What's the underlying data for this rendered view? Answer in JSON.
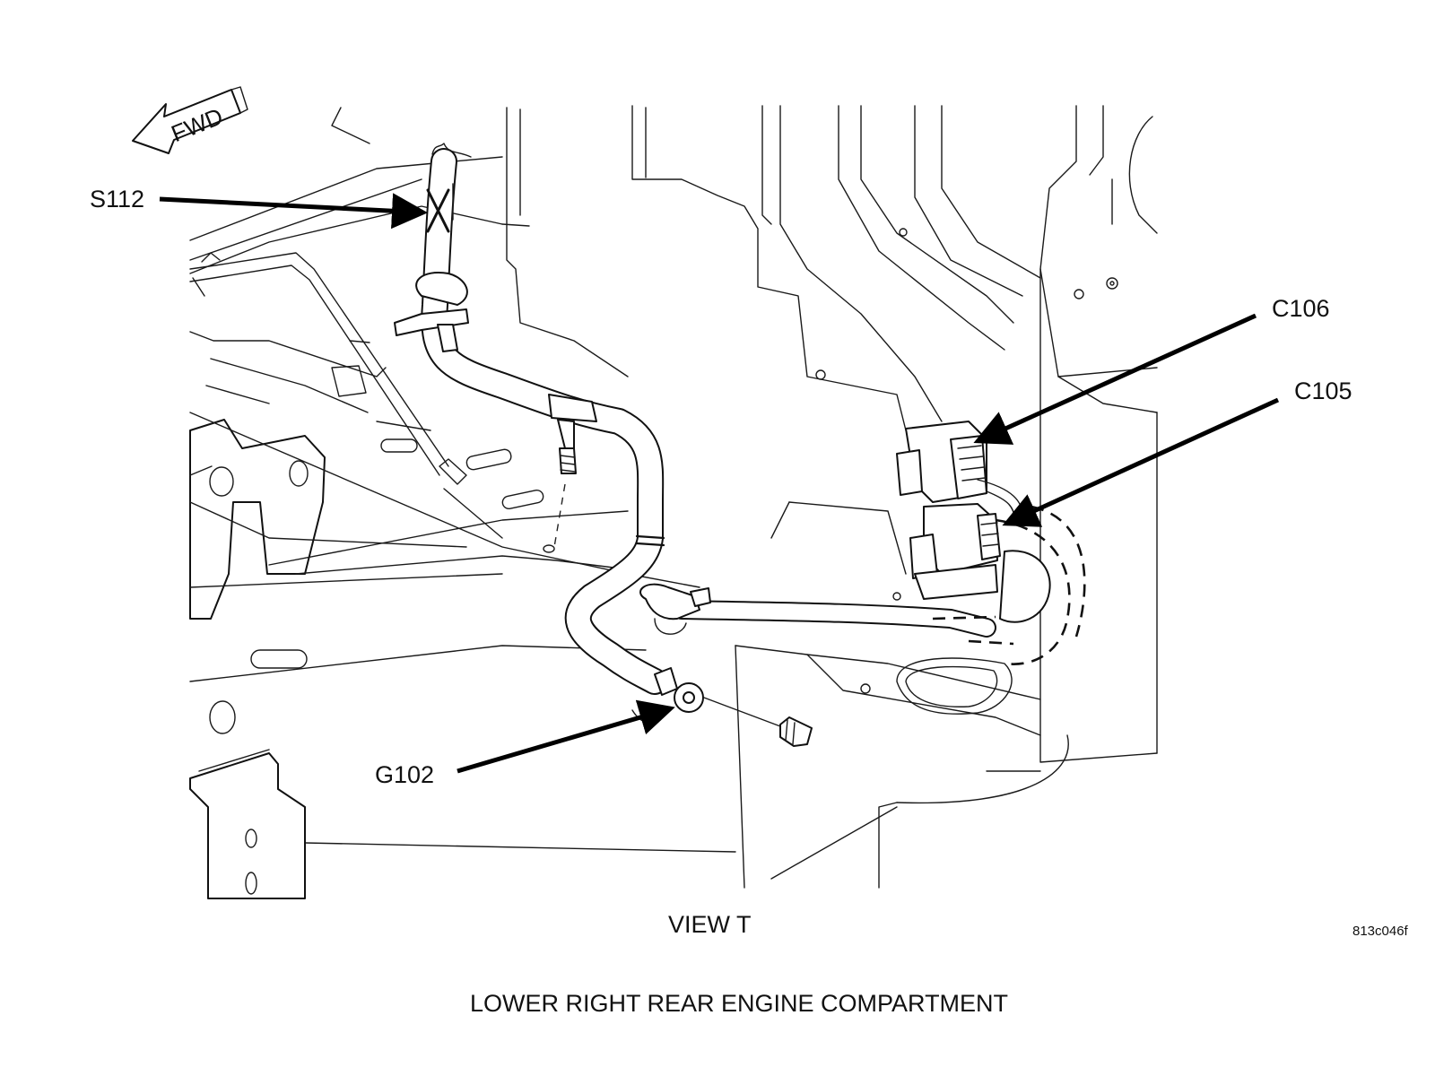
{
  "diagram": {
    "caption": "LOWER RIGHT REAR ENGINE COMPARTMENT",
    "view_label": "VIEW T",
    "figure_code": "813c046f",
    "direction_label": "FWD",
    "callouts": {
      "s112": "S112",
      "c106": "C106",
      "c105": "C105",
      "g102": "G102"
    }
  }
}
